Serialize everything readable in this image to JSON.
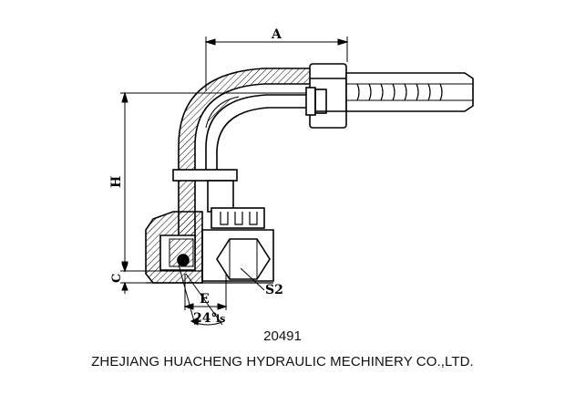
{
  "drawing": {
    "labels": {
      "a": "A",
      "h": "H",
      "c": "C",
      "e": "E",
      "s2": "S2",
      "angle": "24°",
      "angle_suffix": "ls"
    }
  },
  "caption": {
    "part_code": "20491",
    "company": "ZHEJIANG HUACHENG HYDRAULIC MECHINERY CO.,LTD."
  },
  "colors": {
    "line": "#000000",
    "background": "#ffffff"
  }
}
